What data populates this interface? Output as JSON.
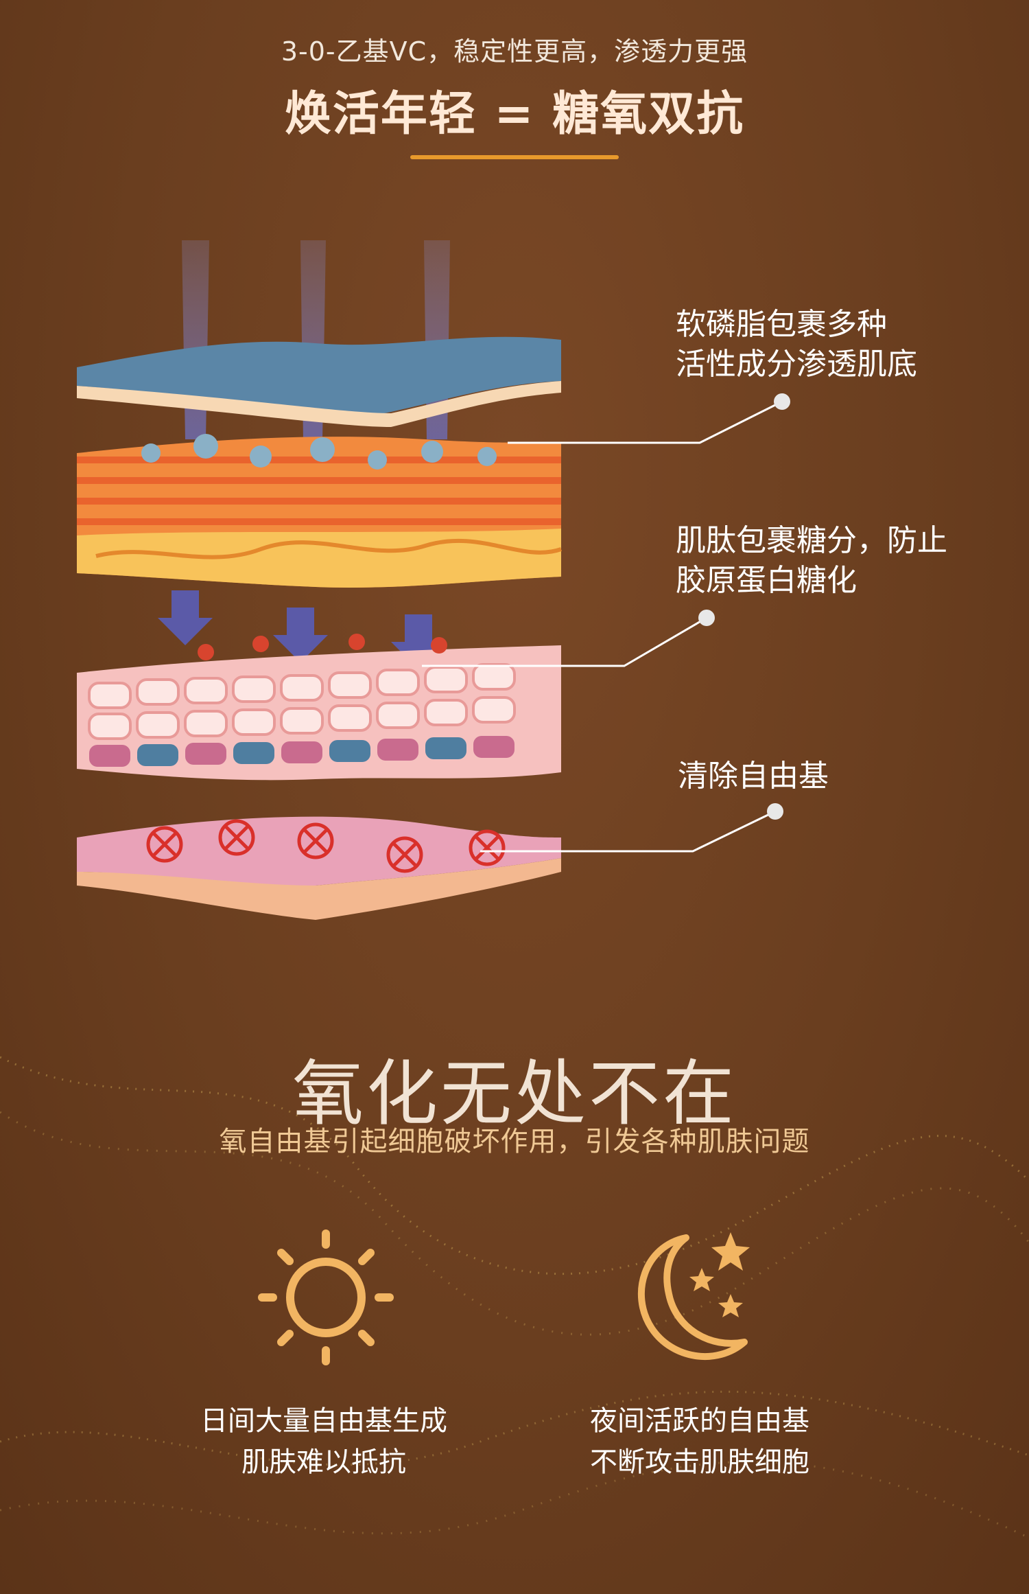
{
  "header": {
    "subtitle": "3-0-乙基VC，稳定性更高，渗透力更强",
    "title": "焕活年轻 = 糖氧双抗"
  },
  "annotations": {
    "layer1": {
      "line1": "软磷脂包裹多种",
      "line2": "活性成分渗透肌底"
    },
    "layer2": {
      "line1": "肌肽包裹糖分，防止",
      "line2": "胶原蛋白糖化"
    },
    "layer3": {
      "line1": "清除自由基"
    }
  },
  "section": {
    "title": "氧化无处不在",
    "subtitle": "氧自由基引起细胞破坏作用，引发各种肌肤问题"
  },
  "items": [
    {
      "icon": "sun-icon",
      "line1": "日间大量自由基生成",
      "line2": "肌肤难以抵抗"
    },
    {
      "icon": "moon-stars-icon",
      "line1": "夜间活跃的自由基",
      "line2": "不断攻击肌肤细胞"
    }
  ],
  "colors": {
    "background": "#6a3e1f",
    "accent_line": "#e89a2c",
    "subtitle_gold": "#f0c995",
    "icon_gold": "#f2b562"
  }
}
